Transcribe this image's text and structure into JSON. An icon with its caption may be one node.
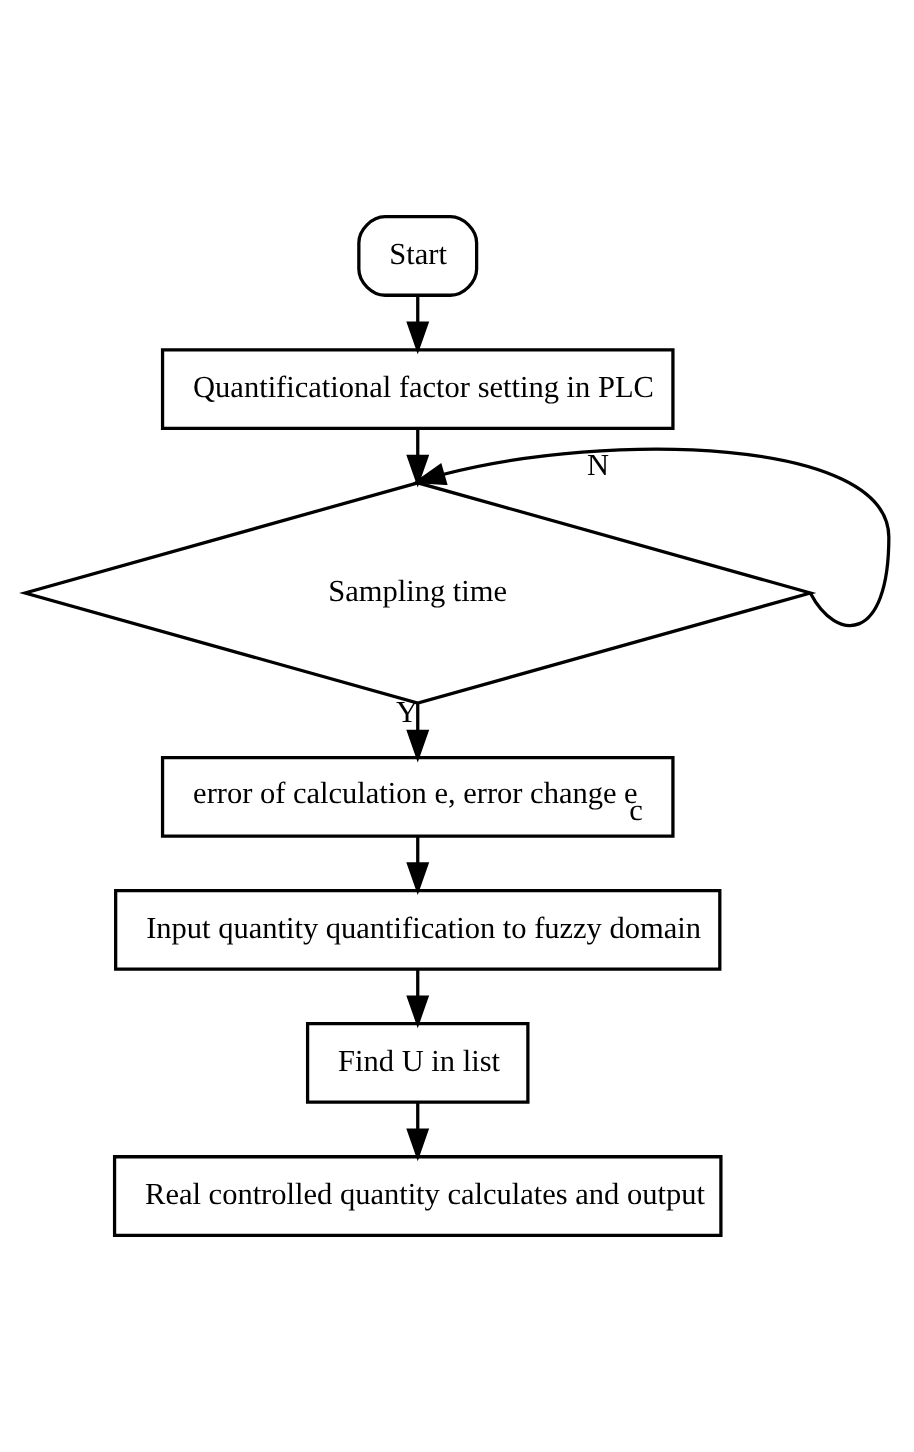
{
  "diagram": {
    "nodes": [
      {
        "text": [
          "Start"
        ]
      },
      {
        "text": [
          "Quantificational factor setting in PLC"
        ]
      },
      {
        "text": [
          "Sampling time"
        ]
      },
      {
        "text": [
          "error of calculation e, error change e$_{c}$"
        ]
      },
      {
        "text": [
          "Input quantity quantification to fuzzy domain"
        ]
      },
      {
        "text": [
          "Find U in list"
        ]
      },
      {
        "text": [
          "Real controlled quantity calculates and output"
        ]
      }
    ],
    "edges": [
      {
        "from": 0,
        "to": 1,
        "arrow": "to"
      },
      {
        "from": 1,
        "to": 2,
        "arrow": "to"
      },
      {
        "from": 2,
        "to": 2,
        "arrow": "to",
        "label": "N"
      },
      {
        "from": 2,
        "to": 3,
        "arrow": "to",
        "label": "Y"
      },
      {
        "from": 3,
        "to": 4,
        "arrow": "to"
      },
      {
        "from": 4,
        "to": 5,
        "arrow": "to"
      },
      {
        "from": 5,
        "to": 6,
        "arrow": "to"
      }
    ]
  }
}
